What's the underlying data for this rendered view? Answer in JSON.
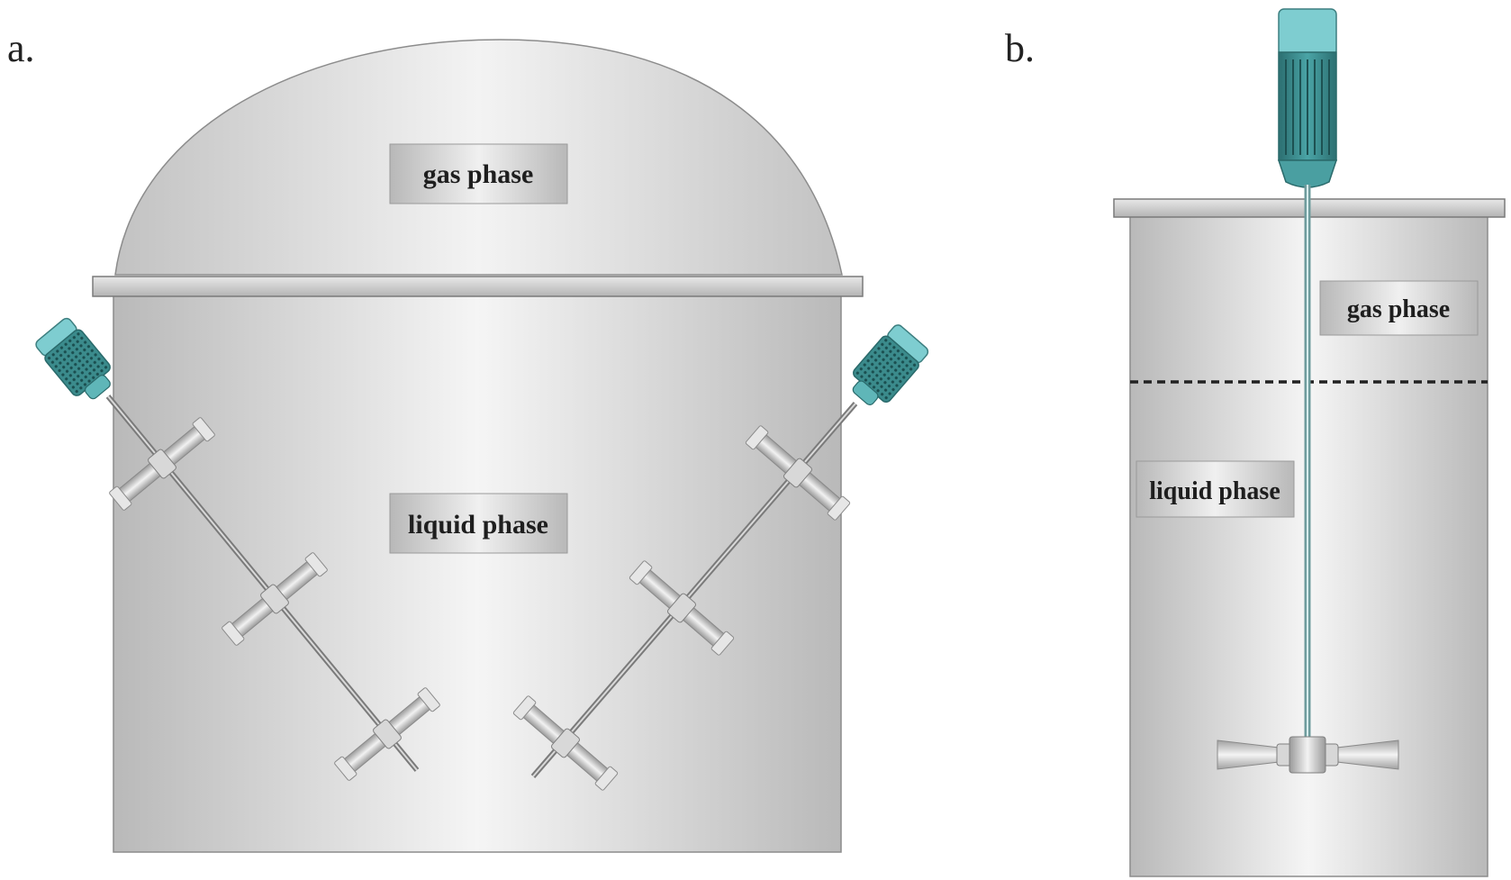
{
  "panel_a": {
    "letter": "a.",
    "gas_label": "gas phase",
    "liquid_label": "liquid phase",
    "impellers_per_shaft": 3
  },
  "panel_b": {
    "letter": "b.",
    "gas_label": "gas phase",
    "liquid_label": "liquid phase"
  },
  "colors": {
    "vessel_light": "#f4f4f4",
    "vessel_dark": "#bdbdbd",
    "motor_teal": "#3d8e90",
    "motor_cap": "#7ecdd0",
    "motor_grille": "#1f5e5e",
    "interface_line": "#222222"
  }
}
